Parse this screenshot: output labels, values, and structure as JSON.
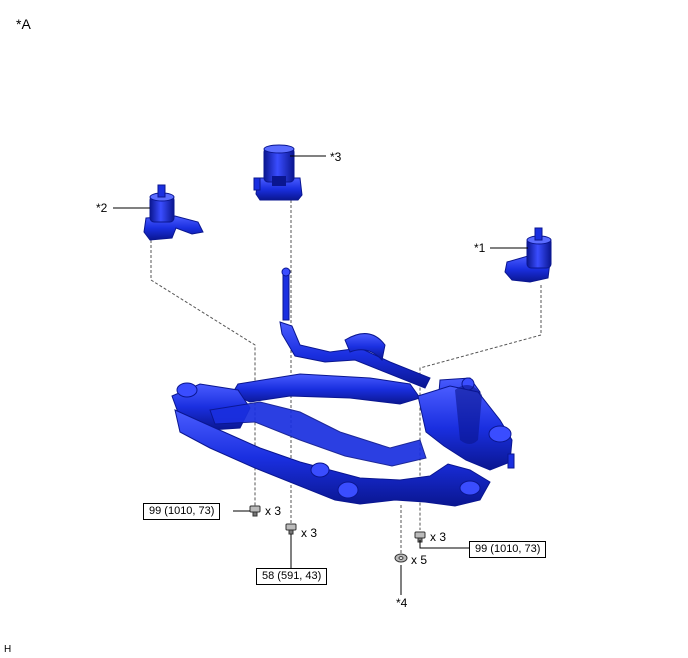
{
  "view_label": "*A",
  "callouts": {
    "mount_1": "*1",
    "mount_2": "*2",
    "mount_3": "*3",
    "part_4": "*4"
  },
  "torque_specs": {
    "left_bolts": "99 (1010, 73)",
    "center_bolts": "58 (591, 43)",
    "right_bolts": "99 (1010, 73)"
  },
  "quantities": {
    "left_bolts": "x 3",
    "center_bolts": "x 3",
    "right_bolts": "x 3",
    "nuts": "x 5"
  },
  "corner_code": "H",
  "colors": {
    "part_fill": "#1a2fe0",
    "part_dark": "#0a1690",
    "part_light": "#5a6cff",
    "bolt": "#888888",
    "line": "#000000"
  }
}
